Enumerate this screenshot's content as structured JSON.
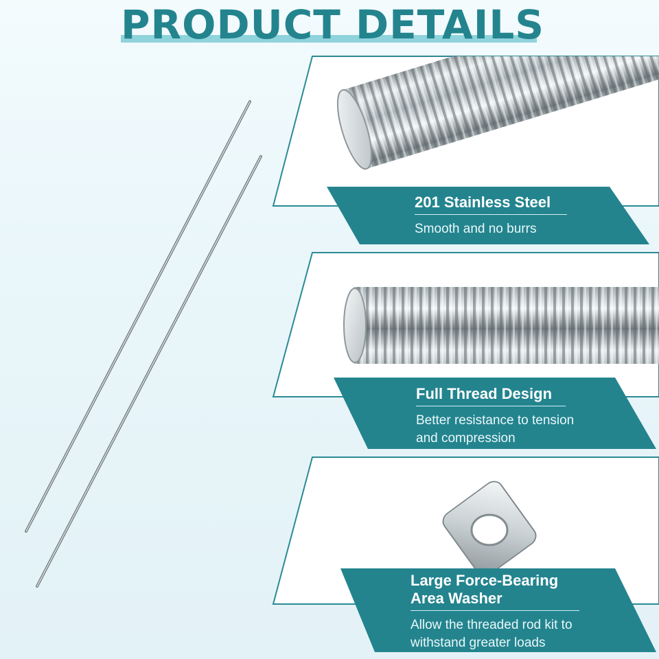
{
  "title": "PRODUCT DETAILS",
  "colors": {
    "teal": "#23848e",
    "title_underline": "#8fd3dc",
    "panel_border": "#2a8a94",
    "background": "#eaf6fa"
  },
  "features": [
    {
      "heading": "201 Stainless Steel",
      "description_lines": [
        "Smooth and no burrs"
      ],
      "image": "threaded-rod-end-closeup"
    },
    {
      "heading": "Full Thread Design",
      "description_lines": [
        "Better resistance to tension",
        "and compression"
      ],
      "image": "full-thread-rod-closeup"
    },
    {
      "heading_lines": [
        "Large Force-Bearing",
        "Area Washer"
      ],
      "description_lines": [
        "Allow the threaded rod kit to",
        "withstand greater loads"
      ],
      "image": "square-washer"
    }
  ]
}
